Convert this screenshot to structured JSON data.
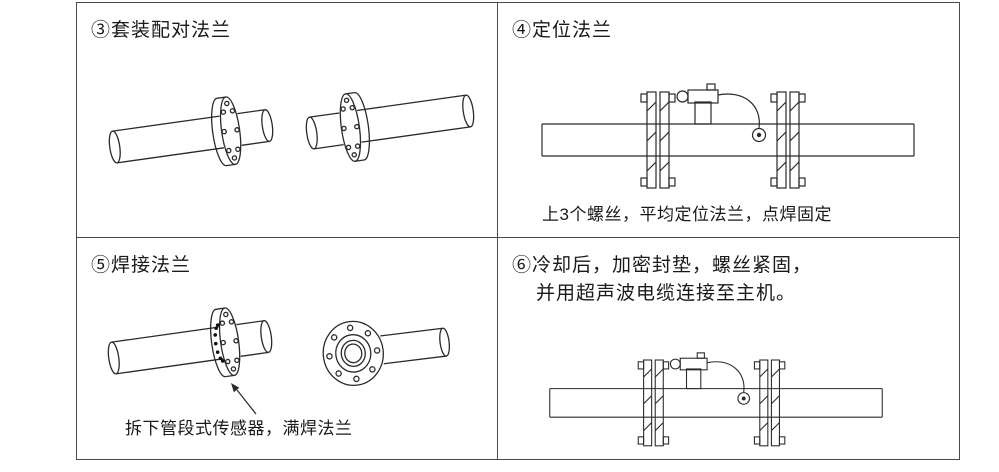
{
  "panels": {
    "step3": {
      "title": "③套装配对法兰"
    },
    "step4": {
      "title": "④定位法兰",
      "caption": "上3个螺丝，平均定位法兰，点焊固定"
    },
    "step5": {
      "title": "⑤焊接法兰",
      "caption": "拆下管段式传感器，满焊法兰"
    },
    "step6": {
      "title_line1": "⑥冷却后，加密封垫，螺丝紧固，",
      "title_line2": "并用超声波电缆连接至主机。"
    }
  },
  "colors": {
    "line": "#2a2a2a",
    "text": "#1a1a1a",
    "border": "#4a4a4a",
    "background": "#ffffff"
  }
}
